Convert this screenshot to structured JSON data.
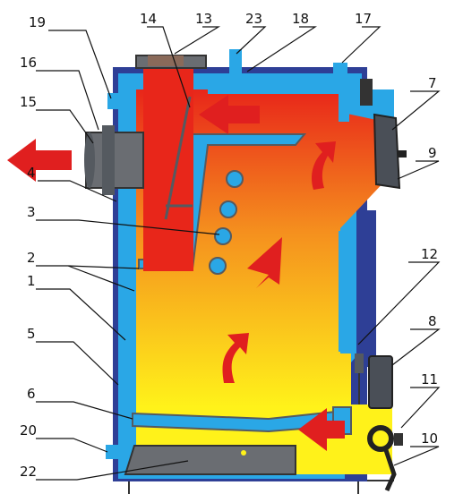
{
  "colors": {
    "fire_top": "#e8261a",
    "fire_mid": "#f5901e",
    "fire_bottom": "#fff21a",
    "water": "#2aa7e6",
    "outer_shell": "#2e3f96",
    "steel": "#555a60",
    "ash_pan": "#6a6d72",
    "arrow": "#e01f1f",
    "leader": "#111111"
  },
  "icons": {
    "flow_arrow": "red-flow-arrow-icon",
    "water_port": "blue-port-icon",
    "door_handle": "door-handle-icon"
  },
  "labels": [
    {
      "id": "l1",
      "text": "1"
    },
    {
      "id": "l2",
      "text": "2"
    },
    {
      "id": "l3",
      "text": "3"
    },
    {
      "id": "l4",
      "text": "4"
    },
    {
      "id": "l5",
      "text": "5"
    },
    {
      "id": "l6",
      "text": "6"
    },
    {
      "id": "l7",
      "text": "7"
    },
    {
      "id": "l8",
      "text": "8"
    },
    {
      "id": "l9",
      "text": "9"
    },
    {
      "id": "l10",
      "text": "10"
    },
    {
      "id": "l11",
      "text": "11"
    },
    {
      "id": "l12",
      "text": "12"
    },
    {
      "id": "l13",
      "text": "13"
    },
    {
      "id": "l14",
      "text": "14"
    },
    {
      "id": "l15",
      "text": "15"
    },
    {
      "id": "l16",
      "text": "16"
    },
    {
      "id": "l17",
      "text": "17"
    },
    {
      "id": "l18",
      "text": "18"
    },
    {
      "id": "l19",
      "text": "19"
    },
    {
      "id": "l20",
      "text": "20"
    },
    {
      "id": "l22",
      "text": "22"
    },
    {
      "id": "l23",
      "text": "23"
    }
  ]
}
